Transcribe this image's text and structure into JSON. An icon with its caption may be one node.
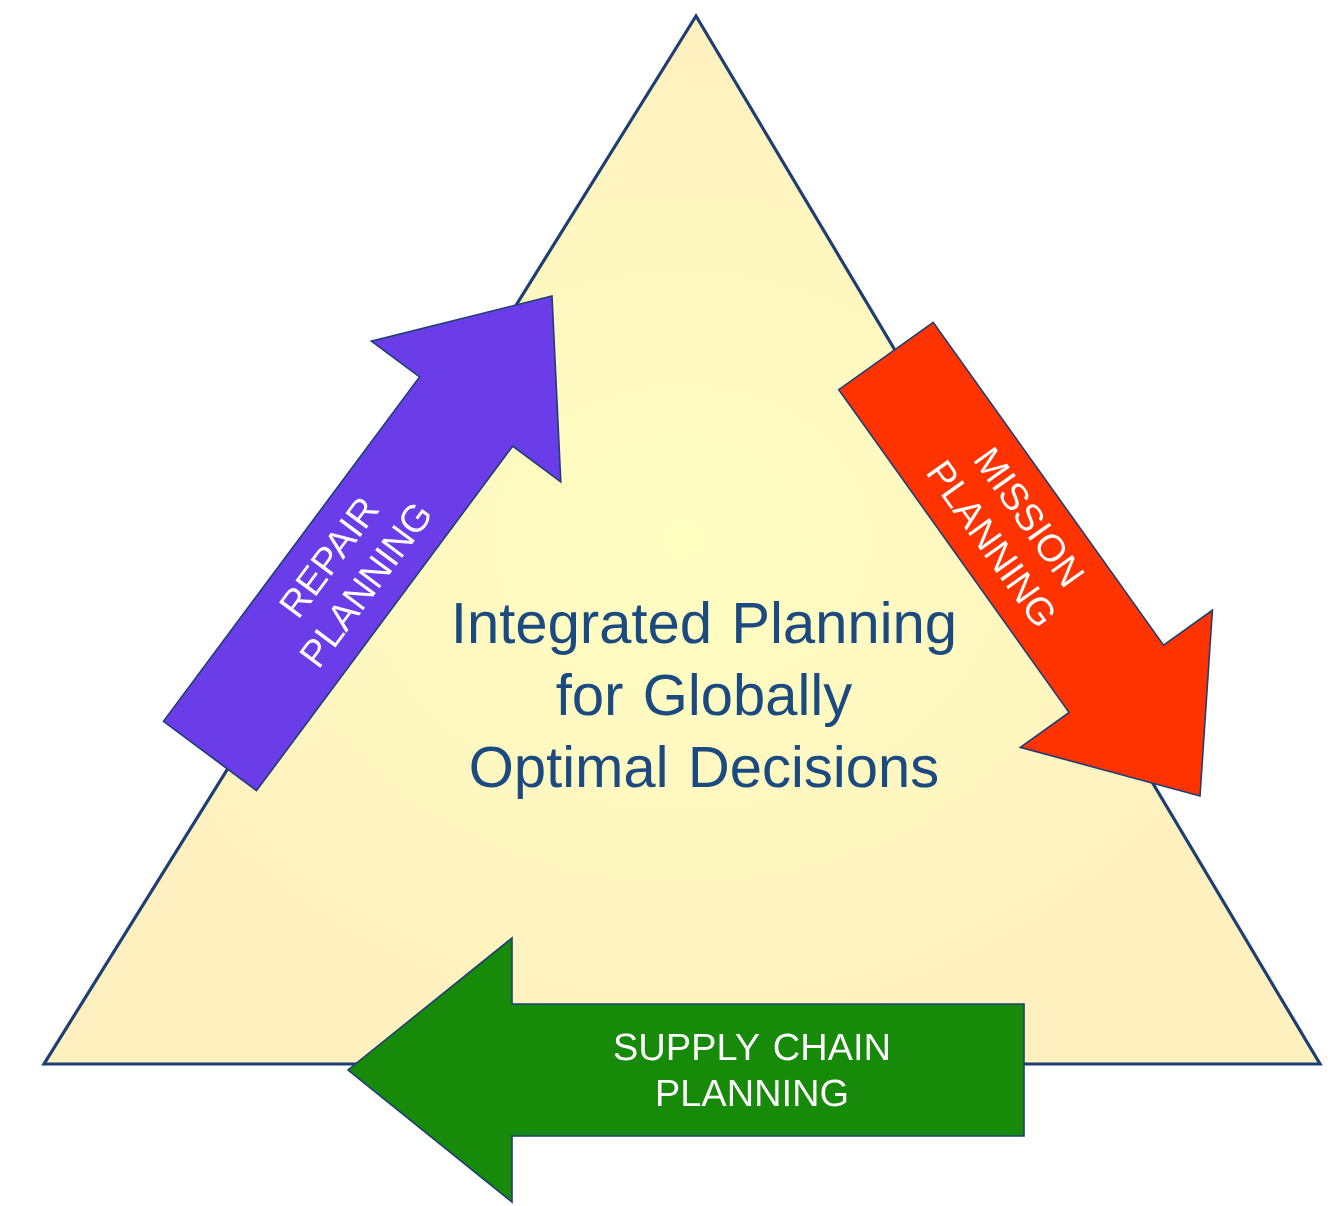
{
  "diagram": {
    "nodes": [
      {
        "text": [
          "Integrated Planning for Globally Optimal Decisions"
        ]
      },
      {
        "text": [
          "REPAIR PLANNING"
        ]
      },
      {
        "text": [
          "MISSION PLANNING"
        ]
      },
      {
        "text": [
          "SUPPLY CHAIN PLANNING"
        ]
      }
    ]
  }
}
